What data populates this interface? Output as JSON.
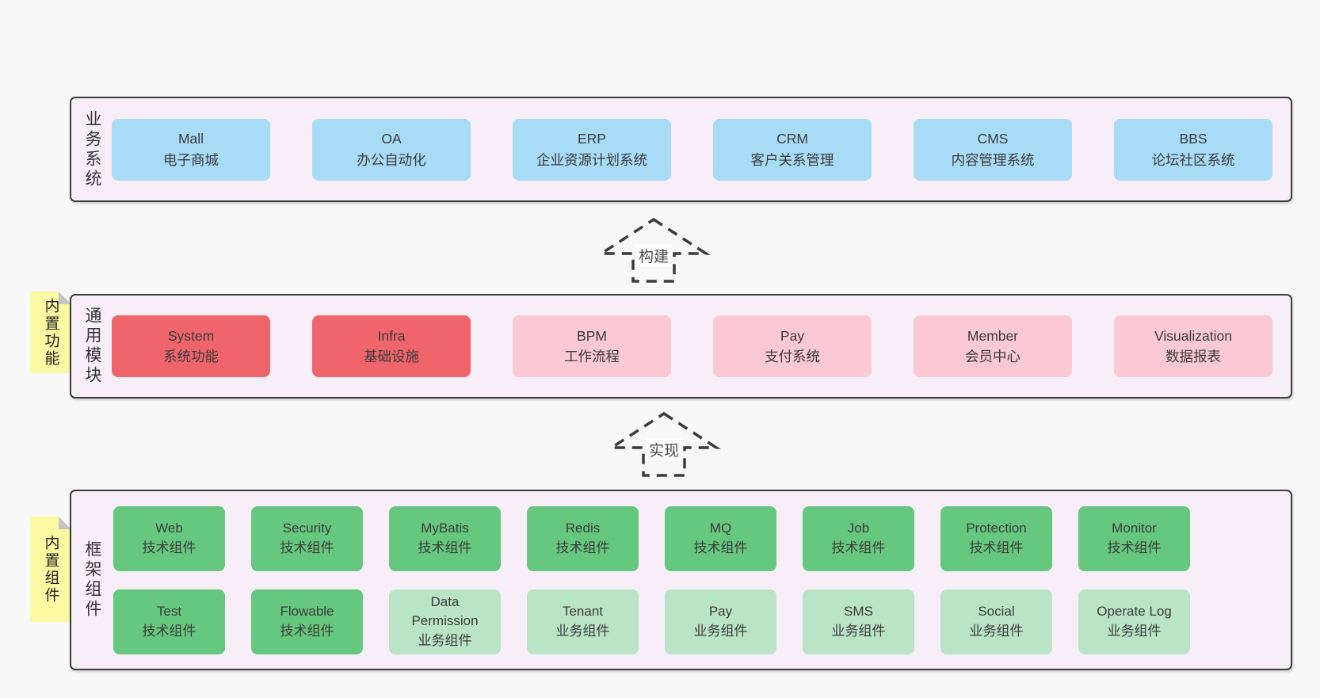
{
  "colors": {
    "page_bg": "#f8f8f8",
    "band_bg": "#f8eef7",
    "band_border": "#3d3d3d",
    "blue": "#a8dbf5",
    "red": "#f0656b",
    "pink": "#fac9d4",
    "green": "#66c87e",
    "green_light": "#bae4c6",
    "tab_yellow": "#fbf9a2",
    "tab_fold": "#c5c5c5",
    "text": "#3b3b3b"
  },
  "arrows": {
    "build": "构建",
    "implement": "实现"
  },
  "band1": {
    "label": "业务系统",
    "boxes": [
      {
        "name": "Mall",
        "desc": "电子商城",
        "variant": "blue"
      },
      {
        "name": "OA",
        "desc": "办公自动化",
        "variant": "blue"
      },
      {
        "name": "ERP",
        "desc": "企业资源计划系统",
        "variant": "blue"
      },
      {
        "name": "CRM",
        "desc": "客户关系管理",
        "variant": "blue"
      },
      {
        "name": "CMS",
        "desc": "内容管理系统",
        "variant": "blue"
      },
      {
        "name": "BBS",
        "desc": "论坛社区系统",
        "variant": "blue"
      }
    ]
  },
  "band2": {
    "label": "通用模块",
    "tab": "内置功能",
    "boxes": [
      {
        "name": "System",
        "desc": "系统功能",
        "variant": "red"
      },
      {
        "name": "Infra",
        "desc": "基础设施",
        "variant": "red"
      },
      {
        "name": "BPM",
        "desc": "工作流程",
        "variant": "pink"
      },
      {
        "name": "Pay",
        "desc": "支付系统",
        "variant": "pink"
      },
      {
        "name": "Member",
        "desc": "会员中心",
        "variant": "pink"
      },
      {
        "name": "Visualization",
        "desc": "数据报表",
        "variant": "pink"
      }
    ]
  },
  "band3": {
    "label": "框架组件",
    "tab": "内置组件",
    "row1": [
      {
        "name": "Web",
        "desc": "技术组件",
        "variant": "green"
      },
      {
        "name": "Security",
        "desc": "技术组件",
        "variant": "green"
      },
      {
        "name": "MyBatis",
        "desc": "技术组件",
        "variant": "green"
      },
      {
        "name": "Redis",
        "desc": "技术组件",
        "variant": "green"
      },
      {
        "name": "MQ",
        "desc": "技术组件",
        "variant": "green"
      },
      {
        "name": "Job",
        "desc": "技术组件",
        "variant": "green"
      },
      {
        "name": "Protection",
        "desc": "技术组件",
        "variant": "green"
      },
      {
        "name": "Monitor",
        "desc": "技术组件",
        "variant": "green"
      }
    ],
    "row2": [
      {
        "name": "Test",
        "desc": "技术组件",
        "variant": "green"
      },
      {
        "name": "Flowable",
        "desc": "技术组件",
        "variant": "green"
      },
      {
        "name": "Data Permission",
        "desc": "业务组件",
        "variant": "green_light"
      },
      {
        "name": "Tenant",
        "desc": "业务组件",
        "variant": "green_light"
      },
      {
        "name": "Pay",
        "desc": "业务组件",
        "variant": "green_light"
      },
      {
        "name": "SMS",
        "desc": "业务组件",
        "variant": "green_light"
      },
      {
        "name": "Social",
        "desc": "业务组件",
        "variant": "green_light"
      },
      {
        "name": "Operate Log",
        "desc": "业务组件",
        "variant": "green_light"
      }
    ]
  }
}
